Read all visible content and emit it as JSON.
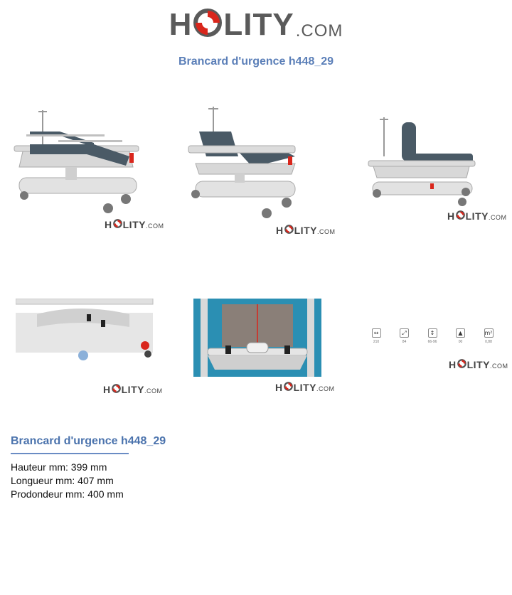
{
  "brand": {
    "first": "H",
    "rest": "LITY",
    "suffix": ".COM"
  },
  "page_title": "Brancard d'urgence h448_29",
  "watermark": {
    "first": "H",
    "rest": "LITY",
    "suffix": ".COM"
  },
  "spec_icons": [
    {
      "name": "width-icon",
      "glyph": "↔",
      "value": "210"
    },
    {
      "name": "diagonal-icon",
      "glyph": "⤢",
      "value": "84"
    },
    {
      "name": "height-icon",
      "glyph": "↕",
      "value": "66-96"
    },
    {
      "name": "weight-icon",
      "glyph": "▲",
      "value": "00"
    },
    {
      "name": "area-icon",
      "glyph": "m²",
      "value": "0,88"
    }
  ],
  "section_title": "Brancard d'urgence h448_29",
  "specs": [
    "Hauteur mm: 399 mm",
    "Longueur mm: 407 mm",
    "Prodondeur mm: 400 mm"
  ],
  "colors": {
    "title_blue": "#5b7fb8",
    "logo_red": "#d9261c",
    "logo_gray": "#5a5a5a",
    "mattress": "#4a5a66"
  }
}
